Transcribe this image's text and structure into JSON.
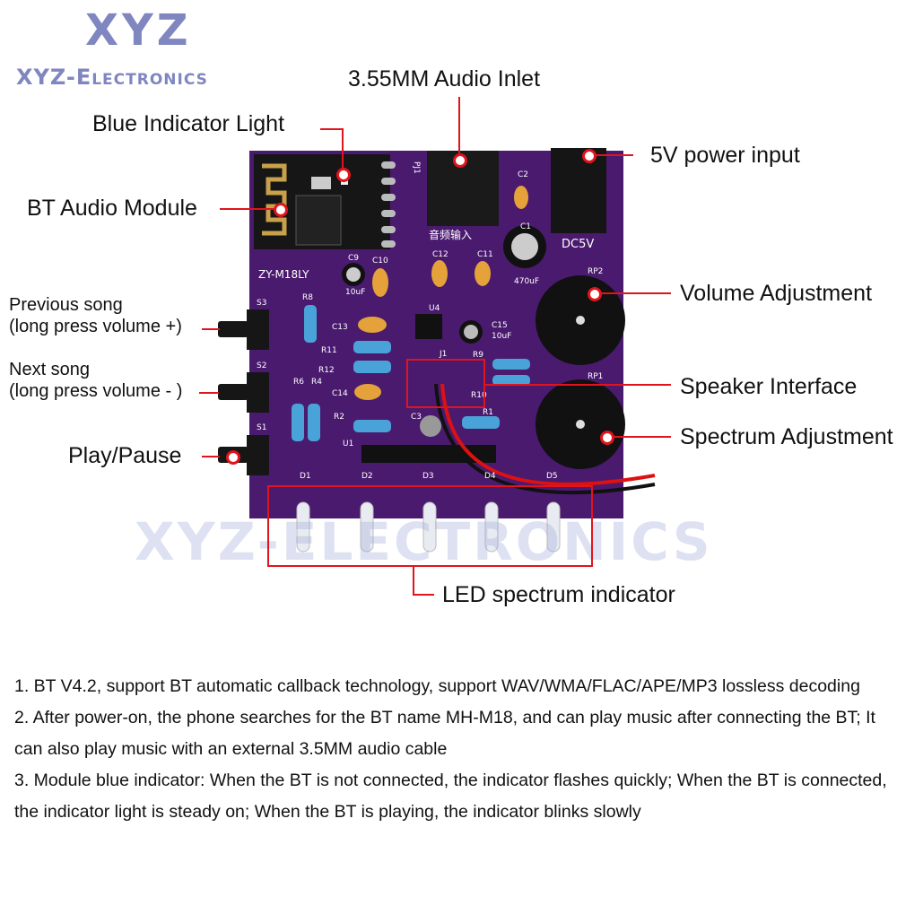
{
  "logo": {
    "main": "XYZ",
    "sub": "XYZ-Electronics"
  },
  "watermark": "XYZ-ELECTRONICS",
  "callouts": {
    "audio_inlet": "3.55MM Audio Inlet",
    "blue_light": "Blue Indicator Light",
    "power": "5V power input",
    "bt_module": "BT Audio Module",
    "prev_song": "Previous song",
    "prev_song_sub": "(long press volume +)",
    "next_song": "Next song",
    "next_song_sub": "(long press volume - )",
    "play_pause": "Play/Pause",
    "volume": "Volume Adjustment",
    "speaker": "Speaker Interface",
    "spectrum": "Spectrum Adjustment",
    "led": "LED spectrum indicator"
  },
  "board": {
    "model": "ZY-M18LY",
    "audio_input_cn": "音频输入",
    "dc": "DC5V",
    "pj": "PJ1",
    "refs": {
      "c2": "C2",
      "c1": "C1",
      "c9": "C9",
      "c10": "C10",
      "c11": "C11",
      "c12": "C12",
      "c13": "C13",
      "c14": "C14",
      "c15": "C15",
      "c3": "C3",
      "u4": "U4",
      "u1": "U1",
      "j1": "J1",
      "r1": "R1",
      "r2": "R2",
      "r4": "R4",
      "r6": "R6",
      "r8": "R8",
      "r9": "R9",
      "r10": "R10",
      "r11": "R11",
      "r12": "R12",
      "rp1": "RP1",
      "rp2": "RP2",
      "s1": "S1",
      "s2": "S2",
      "s3": "S3",
      "cap10": "10uF",
      "cap470": "470uF",
      "cap15": "10uF"
    },
    "leds": [
      "D1",
      "D2",
      "D3",
      "D4",
      "D5"
    ]
  },
  "notes": [
    "1. BT V4.2, support BT automatic callback technology, support WAV/WMA/FLAC/APE/MP3 lossless decoding",
    "2. After power-on, the phone searches for the BT name MH-M18, and can play music after connecting the BT; It can also play music with an external 3.5MM audio cable",
    "3. Module blue indicator: When the BT is not connected, the indicator flashes quickly; When the BT is connected, the indicator light is steady on; When the BT is playing, the indicator blinks slowly"
  ]
}
